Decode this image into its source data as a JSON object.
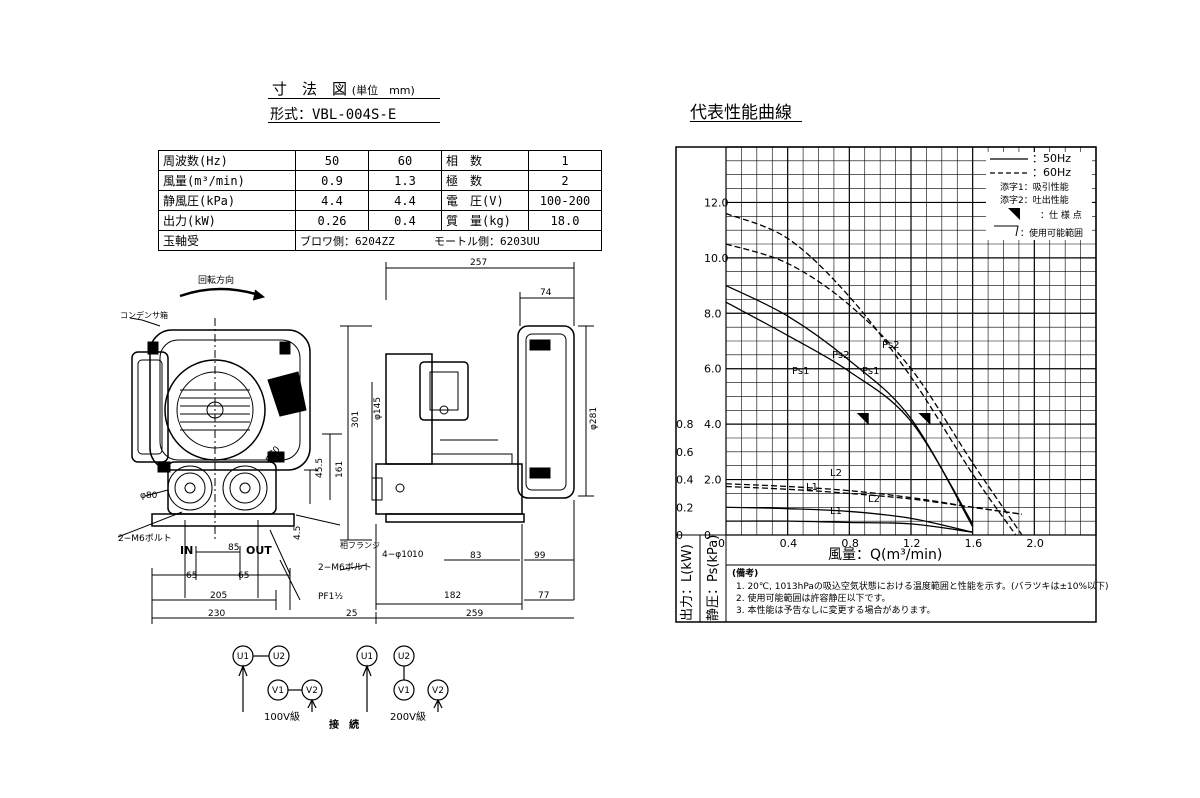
{
  "title": {
    "dim_main": "寸　法　図",
    "dim_unit": "(単位　mm)",
    "model": "形式：VBL-004S-E",
    "perf": "代表性能曲線"
  },
  "spec_table": {
    "rows": [
      {
        "label": "周波数(Hz)",
        "v50": "50",
        "v60": "60",
        "label2": "相　数",
        "val2": "1"
      },
      {
        "label": "風量(m³/min)",
        "v50": "0.9",
        "v60": "1.3",
        "label2": "極　数",
        "val2": "2"
      },
      {
        "label": "静風圧(kPa)",
        "v50": "4.4",
        "v60": "4.4",
        "label2": "電　圧(V)",
        "val2": "100-200"
      },
      {
        "label": "出力(kW)",
        "v50": "0.26",
        "v60": "0.4",
        "label2": "質　量(kg)",
        "val2": "18.0"
      }
    ],
    "bearing_label": "玉軸受",
    "bearing_blower": "ブロワ側：6204ZZ",
    "bearing_motor": "モートル側：6203UU"
  },
  "drawing": {
    "rotation": "回転方向",
    "condenser": "コンデンサ箱",
    "bolt1": "2−M6ボルト",
    "bolt2": "2−M6ボルト",
    "flange": "相フランジ",
    "holes": "4−φ10",
    "pf": "PF1½",
    "in": "IN",
    "out": "OUT",
    "dims": {
      "d257": "257",
      "d74": "74",
      "d301": "301",
      "d161": "161",
      "d45": "45.5",
      "d145": "φ145",
      "d281": "φ281",
      "d80a": "φ80",
      "d80b": "φ80",
      "d45b": "4.5",
      "d85": "85",
      "d65a": "65",
      "d65b": "65",
      "d205": "205",
      "d230": "230",
      "d25": "25",
      "d83": "83",
      "d99": "99",
      "d182": "182",
      "d77": "77",
      "d259": "259",
      "d10": "10"
    }
  },
  "wiring": {
    "u1": "U1",
    "u2": "U2",
    "v1": "V1",
    "v2": "V2",
    "u1b": "U1",
    "u2b": "U2",
    "v1b": "V1",
    "v2b": "V2",
    "label100": "100V級",
    "label200": "200V級",
    "connect": "接　続"
  },
  "chart_data": {
    "type": "line",
    "x_label": "風量：Q(m³/min)",
    "y_label_left": "静圧：Ps(kPa)",
    "y_label_power": "出力：L(kW)",
    "x_ticks": [
      "0",
      "0.4",
      "0.8",
      "1.2",
      "1.6",
      "2.0"
    ],
    "y_ticks": [
      "0",
      "2.0",
      "4.0",
      "6.0",
      "8.0",
      "10.0",
      "12.0"
    ],
    "power_ticks": [
      "0",
      "0.2",
      "0.4",
      "0.6",
      "0.8"
    ],
    "xlim": [
      0,
      2.4
    ],
    "ylim": [
      0,
      14
    ],
    "legend": {
      "line50": "：50Hz",
      "line60": "：60Hz",
      "suffix1": "添字1：吸引性能",
      "suffix2": "添字2：吐出性能",
      "spec": "：仕 様 点",
      "range": "：使用可能範囲"
    },
    "series": [
      {
        "name": "Ps1",
        "freq": "50Hz",
        "x": [
          0,
          0.4,
          0.8,
          1.2,
          1.6
        ],
        "y": [
          8.4,
          7.2,
          5.9,
          4.1,
          0.4
        ]
      },
      {
        "name": "Ps2",
        "freq": "50Hz",
        "x": [
          0,
          0.4,
          0.8,
          1.2,
          1.6
        ],
        "y": [
          9.0,
          7.9,
          6.3,
          4.2,
          0.3
        ]
      },
      {
        "name": "Ps1",
        "freq": "60Hz",
        "x": [
          0,
          0.4,
          0.8,
          1.2,
          1.6,
          1.92
        ],
        "y": [
          10.5,
          9.8,
          8.3,
          6.0,
          2.6,
          0
        ]
      },
      {
        "name": "Ps2",
        "freq": "60Hz",
        "x": [
          0,
          0.4,
          0.8,
          1.2,
          1.6,
          1.88
        ],
        "y": [
          11.6,
          10.7,
          8.6,
          5.7,
          2.2,
          0
        ]
      },
      {
        "name": "L1",
        "freq": "50Hz",
        "x": [
          0,
          0.4,
          0.8,
          1.2,
          1.6
        ],
        "y": [
          0.1,
          0.1,
          0.09,
          0.08,
          0.02
        ]
      },
      {
        "name": "L2",
        "freq": "50Hz",
        "x": [
          0,
          0.4,
          0.8,
          1.2,
          1.6
        ],
        "y": [
          0.2,
          0.19,
          0.17,
          0.12,
          0.02
        ]
      },
      {
        "name": "L1",
        "freq": "60Hz",
        "x": [
          0,
          0.4,
          0.8,
          1.2,
          1.6,
          1.92
        ],
        "y": [
          0.35,
          0.33,
          0.3,
          0.26,
          0.2,
          0.15
        ]
      },
      {
        "name": "L2",
        "freq": "60Hz",
        "x": [
          0,
          0.4,
          0.8,
          1.2,
          1.6,
          1.92
        ],
        "y": [
          0.37,
          0.35,
          0.32,
          0.27,
          0.2,
          0.15
        ]
      }
    ],
    "spec_points": [
      {
        "x": 0.9,
        "y": 4.4
      },
      {
        "x": 1.3,
        "y": 4.4
      }
    ],
    "curve_labels": {
      "ps1a": "Ps1",
      "ps2a": "Ps2",
      "ps1b": "Ps1",
      "ps2b": "Ps2",
      "l1a": "L1",
      "l2a": "L2",
      "l1b": "L1",
      "l2b": "L2"
    },
    "notes": {
      "title": "(備考)",
      "n1": "1. 20℃, 1013hPaの吸込空気状態における温度範囲と性能を示す。(バラツキは±10%以下)",
      "n2": "2. 使用可能範囲は許容静圧以下です。",
      "n3": "3. 本性能は予告なしに変更する場合があります。"
    }
  }
}
